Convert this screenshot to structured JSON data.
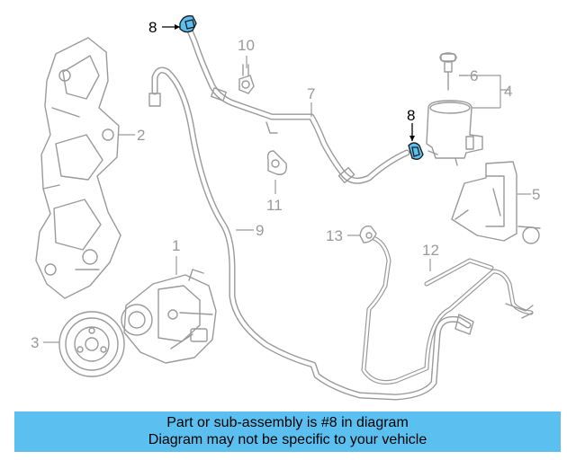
{
  "callouts": {
    "c1": "1",
    "c2": "2",
    "c3": "3",
    "c4": "4",
    "c5": "5",
    "c6": "6",
    "c7": "7",
    "c8a": "8",
    "c8b": "8",
    "c9": "9",
    "c10": "10",
    "c11": "11",
    "c12": "12",
    "c13": "13"
  },
  "highlighted_part": "8",
  "banner": {
    "line1": "Part or sub-assembly is #8 in diagram",
    "line2": "Diagram may not be specific to your vehicle"
  },
  "colors": {
    "highlight": "#5bc0f0",
    "banner_bg": "#5bc0f0",
    "line_art": "#9a9a9a"
  }
}
